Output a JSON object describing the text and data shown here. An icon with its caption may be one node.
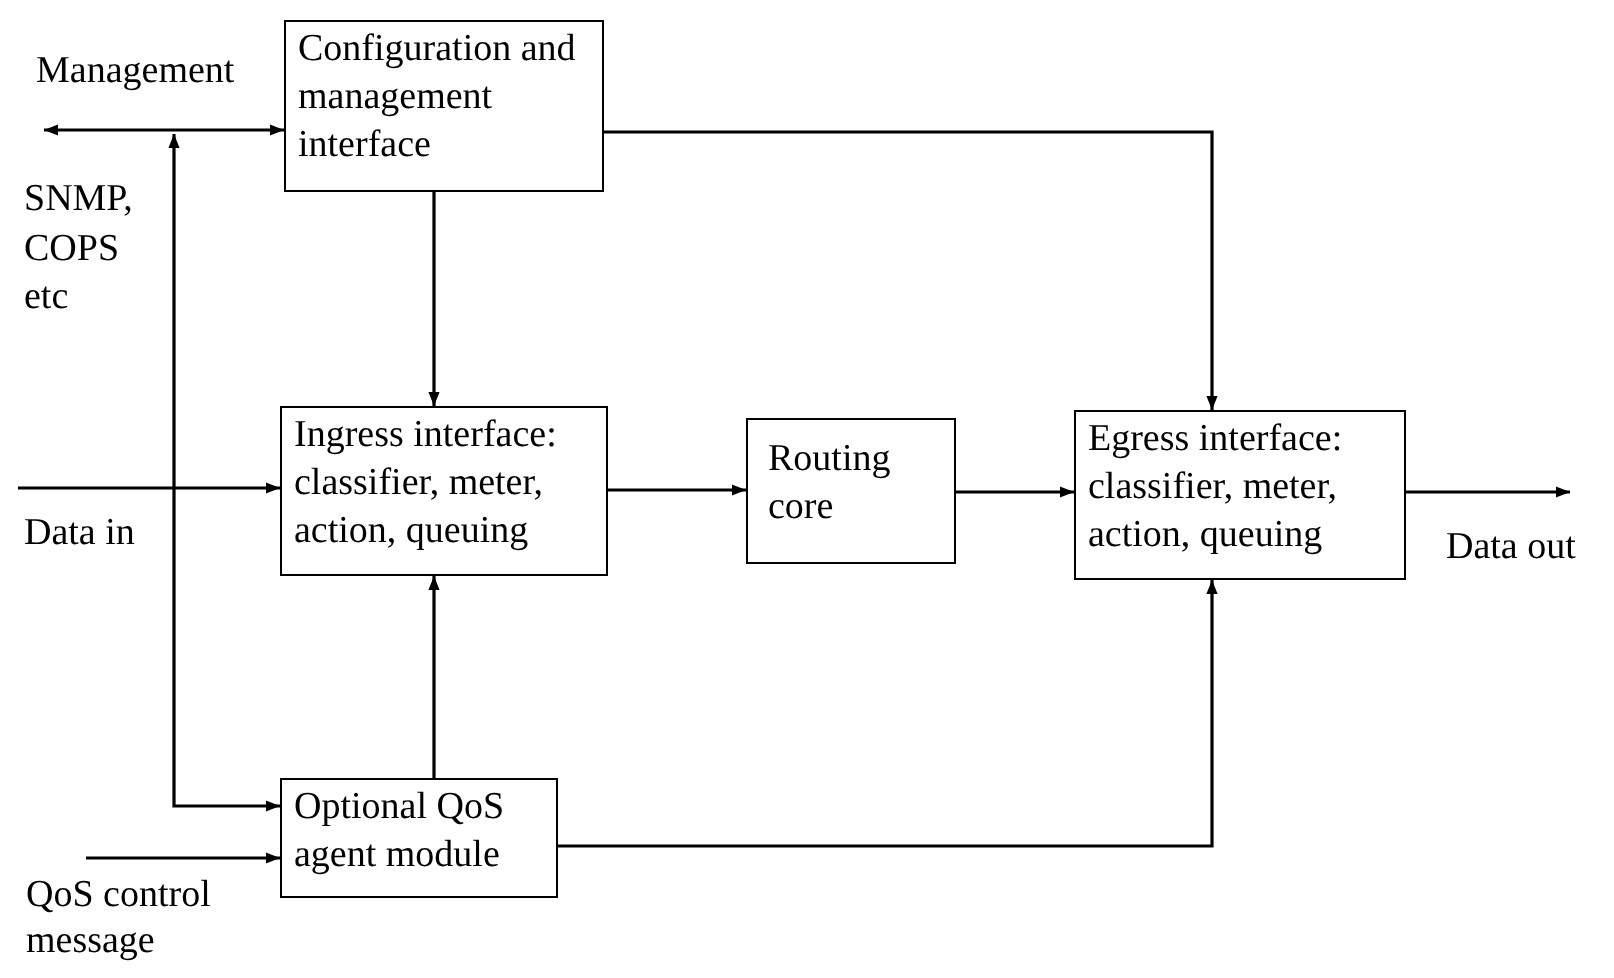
{
  "diagram": {
    "nodes": [
      {
        "text": [
          "Configuration and management interface"
        ]
      },
      {
        "text": [
          "Ingress interface: classifier, meter, action, queuing"
        ]
      },
      {
        "text": [
          "Routing core"
        ]
      },
      {
        "text": [
          "Egress interface: classifier, meter, action, queuing"
        ]
      },
      {
        "text": [
          "Optional QoS agent module"
        ]
      }
    ],
    "edges": [
      {
        "from": null,
        "to": 0,
        "arrow": "both",
        "label": "Management"
      },
      {
        "from": null,
        "to": 4,
        "arrow": "both"
      },
      {
        "from": 0,
        "to": 1,
        "arrow": "to"
      },
      {
        "from": 0,
        "to": 3,
        "arrow": "to"
      },
      {
        "from": null,
        "to": 1,
        "arrow": "to",
        "label": "Data in"
      },
      {
        "from": 1,
        "to": 2,
        "arrow": "to"
      },
      {
        "from": 2,
        "to": 3,
        "arrow": "to"
      },
      {
        "from": 3,
        "to": null,
        "arrow": "to",
        "label": "Data out"
      },
      {
        "from": 4,
        "to": 1,
        "arrow": "to"
      },
      {
        "from": 4,
        "to": 3,
        "arrow": "to"
      },
      {
        "from": null,
        "to": 4,
        "arrow": "to",
        "label": "QoS control message"
      }
    ],
    "labels": [
      "SNMP, COPS etc"
    ]
  }
}
